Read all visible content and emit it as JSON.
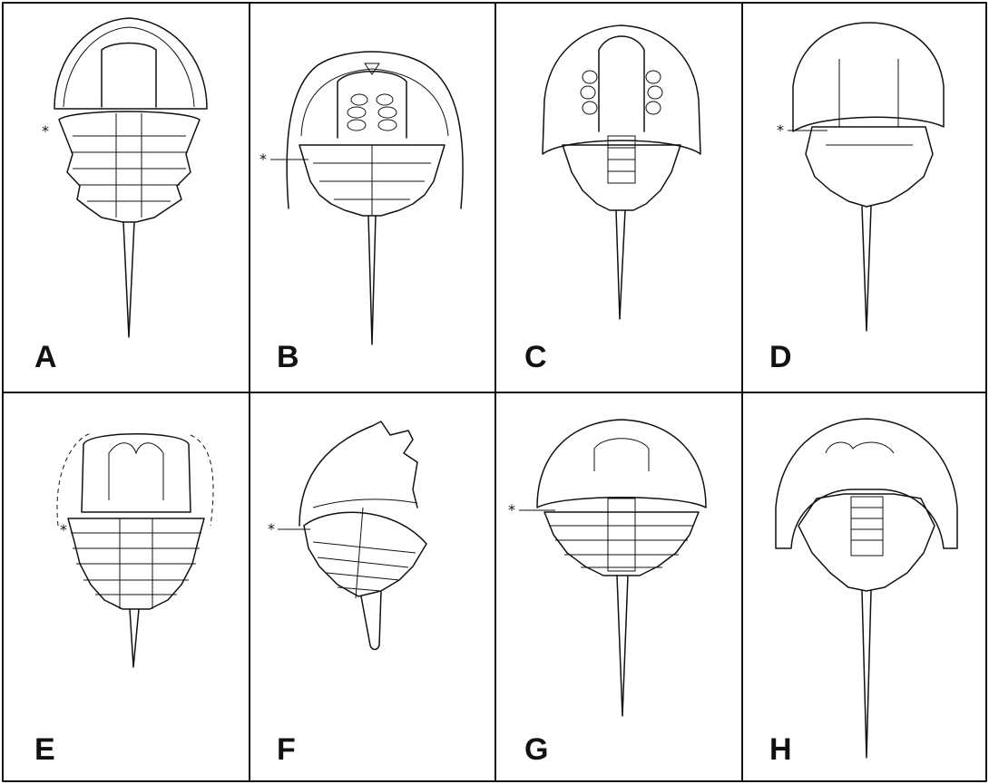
{
  "panels": [
    {
      "label": "A",
      "asterisk": "*"
    },
    {
      "label": "B",
      "asterisk": "*"
    },
    {
      "label": "C",
      "asterisk": ""
    },
    {
      "label": "D",
      "asterisk": "*"
    },
    {
      "label": "E",
      "asterisk": "*"
    },
    {
      "label": "F",
      "asterisk": "*"
    },
    {
      "label": "G",
      "asterisk": "*"
    },
    {
      "label": "H",
      "asterisk": ""
    }
  ]
}
